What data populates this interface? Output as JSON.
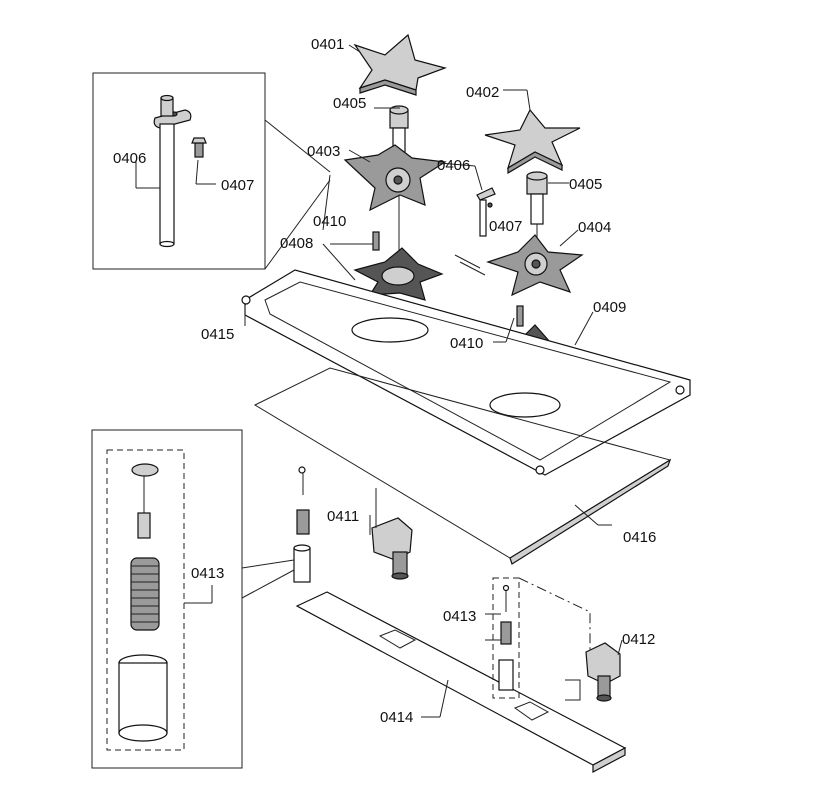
{
  "callouts": {
    "c0401": "0401",
    "c0402": "0402",
    "c0403": "0403",
    "c0404": "0404",
    "c0405a": "0405",
    "c0405b": "0405",
    "c0406a": "0406",
    "c0406b": "0406",
    "c0407a": "0407",
    "c0407b": "0407",
    "c0408": "0408",
    "c0409": "0409",
    "c0410a": "0410",
    "c0410b": "0410",
    "c0411": "0411",
    "c0412": "0412",
    "c0413a": "0413",
    "c0413b": "0413",
    "c0414": "0414",
    "c0415": "0415",
    "c0416": "0416"
  },
  "colors": {
    "line": "#111111",
    "part_fill_light": "#cfcfcf",
    "part_fill_mid": "#9a9a9a",
    "part_fill_dark": "#555555",
    "background": "#ffffff"
  }
}
